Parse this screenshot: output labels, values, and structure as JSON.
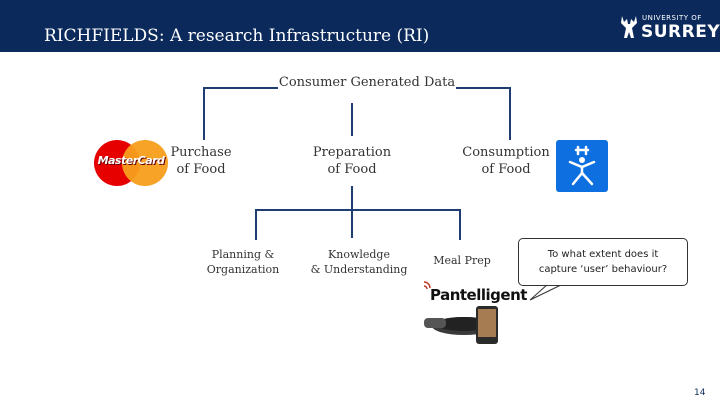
{
  "header": {
    "title": "RICHFIELDS: A research Infrastructure (RI)",
    "logo_line1": "UNIVERSITY OF",
    "logo_line2": "SURREY",
    "bg_color": "#0b2a5b"
  },
  "diagram": {
    "root": "Consumer Generated Data",
    "level1": {
      "purchase": "Purchase\nof Food",
      "preparation": "Preparation\nof Food",
      "consumption": "Consumption\nof Food"
    },
    "level2": {
      "planning": "Planning &\nOrganization",
      "knowledge": "Knowledge\n& Understanding",
      "mealprep": "Meal Prep"
    },
    "line_color": "#1f3d73"
  },
  "logos": {
    "mastercard": "MasterCard",
    "pantelligent": "Pantelligent",
    "app_icon": "under-armour-icon"
  },
  "callout": "To what extent does it\ncapture ‘user’ behaviour?",
  "page_number": "14"
}
